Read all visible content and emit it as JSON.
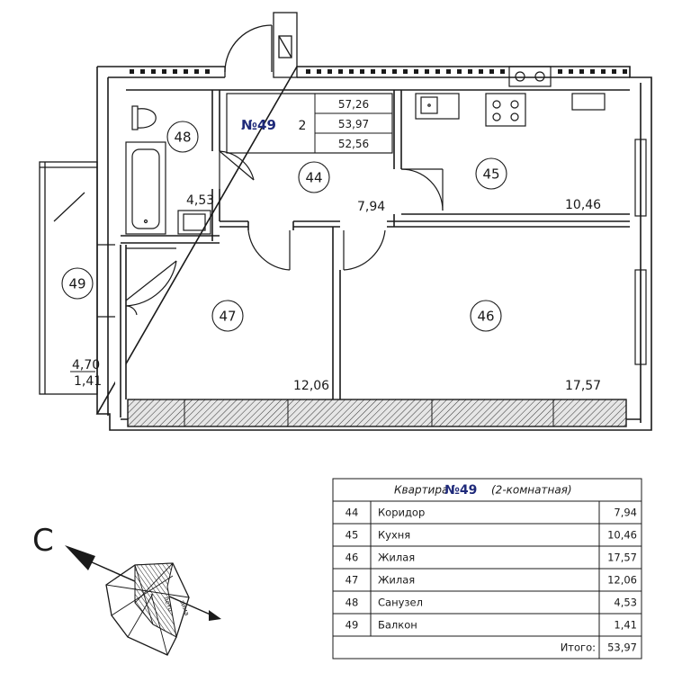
{
  "apartment": {
    "label": "№49",
    "rooms_count": "2",
    "areas": [
      "57,26",
      "53,97",
      "52,56"
    ]
  },
  "rooms": [
    {
      "num": "44",
      "area": "7,94"
    },
    {
      "num": "45",
      "area": "10,46"
    },
    {
      "num": "46",
      "area": "17,57"
    },
    {
      "num": "47",
      "area": "12,06"
    },
    {
      "num": "48",
      "area": "4,53"
    },
    {
      "num": "49",
      "area_top": "4,70",
      "area_bottom": "1,41"
    }
  ],
  "table": {
    "title_prefix": "Квартира",
    "title_number": "№49",
    "title_suffix": "(2-комнатная)",
    "rows": [
      {
        "num": "44",
        "name": "Коридор",
        "area": "7,94"
      },
      {
        "num": "45",
        "name": "Кухня",
        "area": "10,46"
      },
      {
        "num": "46",
        "name": "Жилая",
        "area": "17,57"
      },
      {
        "num": "47",
        "name": "Жилая",
        "area": "12,06"
      },
      {
        "num": "48",
        "name": "Санузел",
        "area": "4,53"
      },
      {
        "num": "49",
        "name": "Балкон",
        "area": "1,41"
      }
    ],
    "total_label": "Итого:",
    "total_value": "53,97"
  },
  "compass": {
    "north": "С",
    "wind_labels": [
      "зима",
      "лето"
    ]
  },
  "colors": {
    "line": "#1a1a1a",
    "accent": "#1f2a7a",
    "hatch_bg": "#d9d9d9"
  }
}
